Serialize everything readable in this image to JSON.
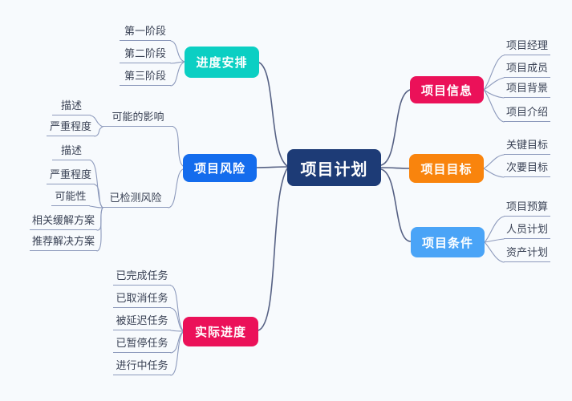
{
  "canvas": {
    "bg": "#f7fafd",
    "branch_line_color": "#566184",
    "leaf_line_color": "#8d9abc",
    "text_color": "#3a4255"
  },
  "root": {
    "label": "项目计划",
    "bg": "#1d3b76",
    "fg": "#ffffff"
  },
  "branches": [
    {
      "label": "进度安排",
      "bg": "#0bcfc3",
      "children": [
        {
          "label": "第一阶段"
        },
        {
          "label": "第二阶段"
        },
        {
          "label": "第三阶段"
        }
      ]
    },
    {
      "label": "项目风险",
      "bg": "#146ced",
      "children": [
        {
          "label": "可能的影响",
          "children": [
            {
              "label": "描述"
            },
            {
              "label": "严重程度"
            }
          ]
        },
        {
          "label": "已检测风险",
          "children": [
            {
              "label": "描述"
            },
            {
              "label": "严重程度"
            },
            {
              "label": "可能性"
            },
            {
              "label": "相关缓解方案"
            },
            {
              "label": "推荐解决方案"
            }
          ]
        }
      ]
    },
    {
      "label": "实际进度",
      "bg": "#eb1159",
      "children": [
        {
          "label": "已完成任务"
        },
        {
          "label": "已取消任务"
        },
        {
          "label": "被延迟任务"
        },
        {
          "label": "已暂停任务"
        },
        {
          "label": "进行中任务"
        }
      ]
    },
    {
      "label": "项目信息",
      "bg": "#eb1159",
      "children": [
        {
          "label": "项目经理"
        },
        {
          "label": "项目成员"
        },
        {
          "label": "项目背景"
        },
        {
          "label": "项目介绍"
        }
      ]
    },
    {
      "label": "项目目标",
      "bg": "#f9840d",
      "children": [
        {
          "label": "关键目标"
        },
        {
          "label": "次要目标"
        }
      ]
    },
    {
      "label": "项目条件",
      "bg": "#4aa4f7",
      "children": [
        {
          "label": "项目预算"
        },
        {
          "label": "人员计划"
        },
        {
          "label": "资产计划"
        }
      ]
    }
  ]
}
